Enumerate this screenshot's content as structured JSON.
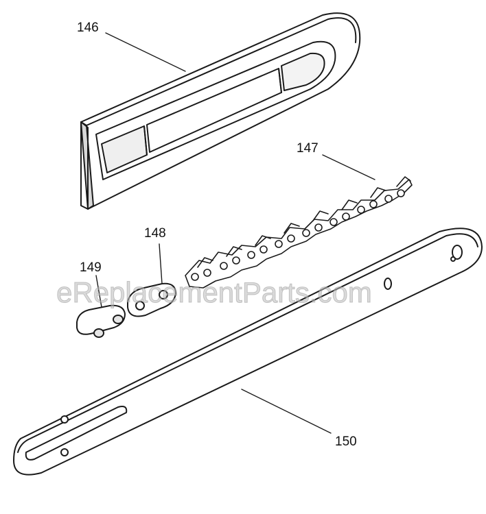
{
  "parts": [
    {
      "id": "146",
      "name": "bar-cover",
      "label": "146"
    },
    {
      "id": "147",
      "name": "saw-chain",
      "label": "147"
    },
    {
      "id": "148",
      "name": "chain-link-plate",
      "label": "148"
    },
    {
      "id": "149",
      "name": "chain-link-rivet",
      "label": "149"
    },
    {
      "id": "150",
      "name": "guide-bar",
      "label": "150"
    }
  ],
  "watermark": "eReplacementParts.com",
  "colors": {
    "line": "#1a1a1a",
    "fill": "#ffffff",
    "shade": "#cfcfcf"
  }
}
